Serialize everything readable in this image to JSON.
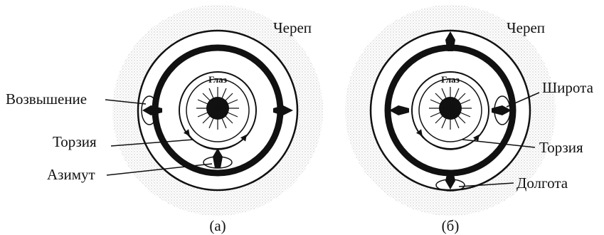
{
  "panel_a": {
    "skull_label": "Череп",
    "eye_label": "Глаз",
    "elevation_label": "Возвышение",
    "torsion_label": "Торзия",
    "azimuth_label": "Азимут",
    "caption": "(а)"
  },
  "panel_b": {
    "skull_label": "Череп",
    "eye_label": "Глаз",
    "latitude_label": "Широта",
    "torsion_label": "Торзия",
    "longitude_label": "Долгота",
    "caption": "(б)"
  },
  "colors": {
    "ink": "#111111",
    "skull_stipple": "#cfcfcf",
    "paper": "#ffffff"
  }
}
